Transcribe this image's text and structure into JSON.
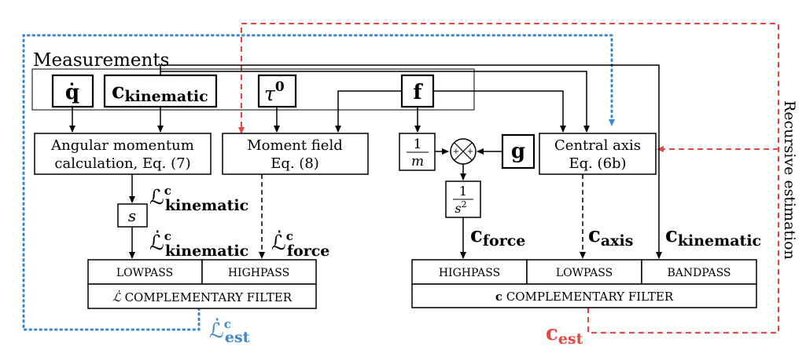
{
  "measurements_label": "Measurements",
  "inputs": {
    "qdot": "q̇",
    "c_kinematic_main": "c",
    "c_kinematic_sub": "kinematic",
    "tau0_main": "τ",
    "tau0_sup": "0",
    "f": "f",
    "g": "g"
  },
  "blocks": {
    "angular_momentum_line1": "Angular momentum",
    "angular_momentum_line2": "calculation, Eq. (7)",
    "moment_field_line1": "Moment field",
    "moment_field_line2": "Eq. (8)",
    "central_axis_line1": "Central axis",
    "central_axis_line2": "Eq. (6b)",
    "inv_m_num": "1",
    "inv_m_den": "m",
    "inv_s2_num": "1",
    "inv_s2_den": "s",
    "inv_s2_exp": "2",
    "s_block": "s",
    "sum_plus_left": "+",
    "sum_plus_right": "+"
  },
  "signals": {
    "L_kinematic_main": "ℒ",
    "L_kinematic_sup": "c",
    "L_kinematic_sub": "kinematic",
    "Ldot_kinematic_main": "ℒ̇",
    "Ldot_kinematic_sup": "c",
    "Ldot_kinematic_sub": "kinematic",
    "Ldot_force_main": "ℒ̇",
    "Ldot_force_sup": "c",
    "Ldot_force_sub": "force",
    "c_force_main": "c",
    "c_force_sub": "force",
    "c_axis_main": "c",
    "c_axis_sub": "axis",
    "c_kinematic_main": "c",
    "c_kinematic_sub": "kinematic",
    "Ldot_est_main": "ℒ̇",
    "Ldot_est_sup": "c",
    "Ldot_est_sub": "est",
    "c_est_main": "c",
    "c_est_sub": "est"
  },
  "filters": {
    "L_filter": {
      "lowpass": "LOWPASS",
      "highpass": "HIGHPASS",
      "title_main": "ℒ̇",
      "title_rest": " COMPLEMENTARY FILTER"
    },
    "c_filter": {
      "highpass": "HIGHPASS",
      "lowpass": "LOWPASS",
      "bandpass": "BANDPASS",
      "title_main": "c",
      "title_rest": " COMPLEMENTARY FILTER"
    }
  },
  "recursive_label": "Recursive estimation",
  "colors": {
    "blue_loop": "#3b87d1",
    "red_loop": "#e8453c",
    "black": "#000000"
  }
}
